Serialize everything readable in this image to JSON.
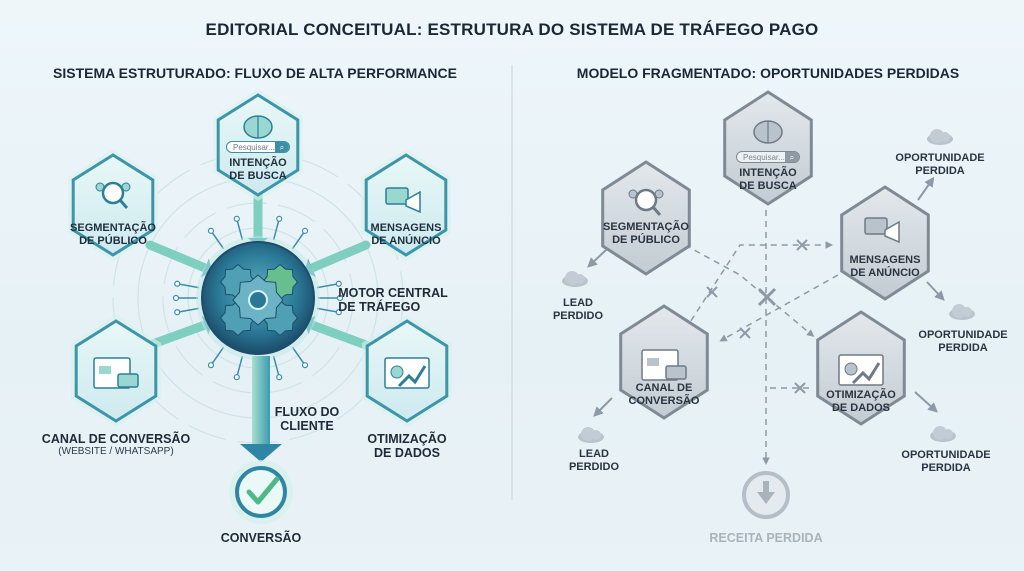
{
  "title": "EDITORIAL CONCEITUAL: ESTRUTURA DO SISTEMA DE TRÁFEGO PAGO",
  "colors": {
    "teal": "#2f8fa3",
    "green": "#5cc08f",
    "navy": "#1e5676",
    "gray": "#8d99a4",
    "text": "#1e2a36"
  },
  "left": {
    "heading": "SISTEMA ESTRUTURADO: FLUXO DE ALTA PERFORMANCE",
    "search_placeholder": "Pesquisar...",
    "nodes": {
      "intencao": [
        "INTENÇÃO",
        "DE BUSCA"
      ],
      "segmentacao": [
        "SEGMENTAÇÃO",
        "DE PÚBLICO"
      ],
      "mensagens": [
        "MENSAGENS",
        "DE ANÚNCIO"
      ],
      "canal": [
        "CANAL DE CONVERSÃO",
        "(WEBSITE / WHATSAPP)"
      ],
      "otimizacao": [
        "OTIMIZAÇÃO",
        "DE DADOS"
      ]
    },
    "motor": [
      "MOTOR CENTRAL",
      "DE TRÁFEGO"
    ],
    "fluxo": [
      "FLUXO DO",
      "CLIENTE"
    ],
    "conversao": "CONVERSÃO"
  },
  "right": {
    "heading": "MODELO FRAGMENTADO: OPORTUNIDADES PERDIDAS",
    "search_placeholder": "Pesquisar...",
    "nodes": {
      "intencao": [
        "INTENÇÃO",
        "DE BUSCA"
      ],
      "segmentacao": [
        "SEGMENTAÇÃO",
        "DE PÚBLICO"
      ],
      "mensagens": [
        "MENSAGENS",
        "DE ANÚNCIO"
      ],
      "canal": [
        "CANAL DE",
        "CONVERSÃO"
      ],
      "otimizacao": [
        "OTIMIZAÇÃO",
        "DE DADOS"
      ]
    },
    "losses": {
      "lead_1": [
        "LEAD",
        "PERDIDO"
      ],
      "lead_2": [
        "LEAD",
        "PERDIDO"
      ],
      "oport_1": [
        "OPORTUNIDADE",
        "PERDIDA"
      ],
      "oport_2": [
        "OPORTUNIDADE",
        "PERDIDA"
      ],
      "oport_3": [
        "OPORTUNIDADE",
        "PERDIDA"
      ]
    },
    "receita": "RECEITA PERDIDA"
  }
}
